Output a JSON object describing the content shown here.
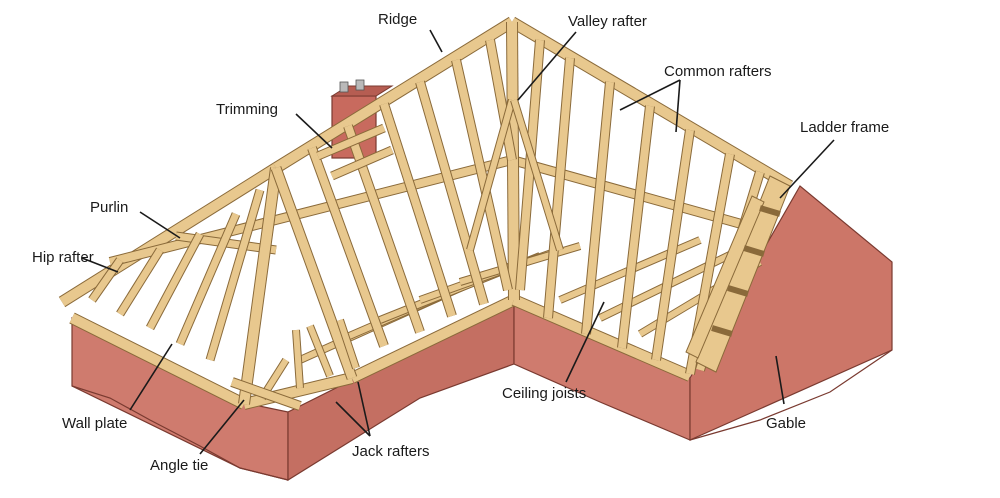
{
  "colors": {
    "wall": "#cf7b6e",
    "wall_dark": "#b4655a",
    "wall_edge": "#7a3a30",
    "timber": "#e8c88e",
    "timber_edge": "#8a6a3a",
    "label_text": "#1a1a1a"
  },
  "labels": {
    "ridge": "Ridge",
    "valley_rafter": "Valley rafter",
    "common_rafters": "Common rafters",
    "trimming": "Trimming",
    "ladder_frame": "Ladder frame",
    "purlin": "Purlin",
    "hip_rafter": "Hip rafter",
    "wall_plate": "Wall plate",
    "angle_tie": "Angle tie",
    "jack_rafters": "Jack rafters",
    "ceiling_joists": "Ceiling joists",
    "gable": "Gable"
  }
}
